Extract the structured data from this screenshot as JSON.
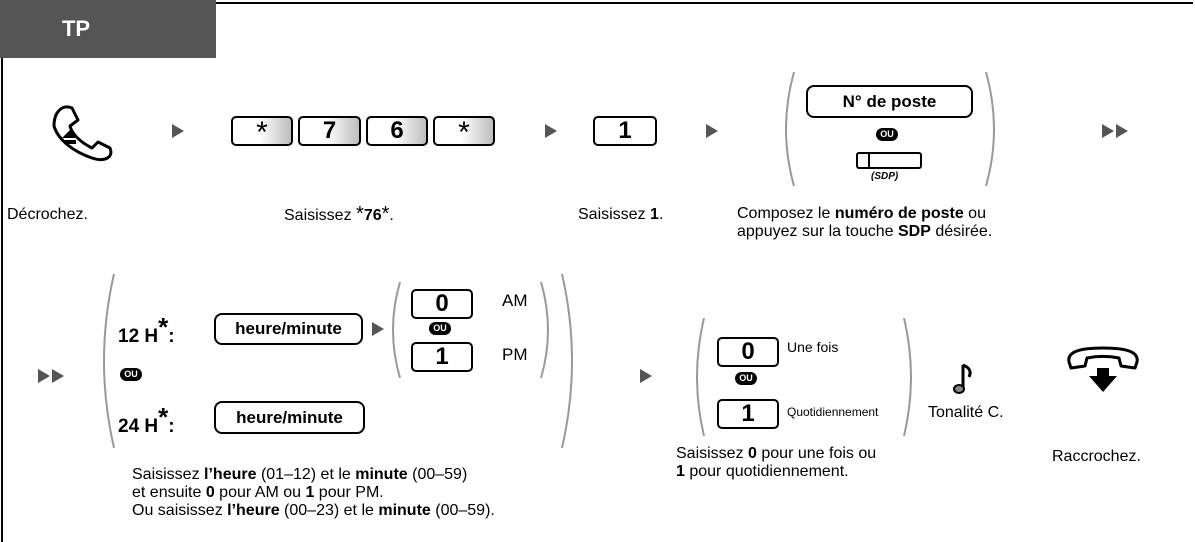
{
  "header": {
    "tab_label": "TP"
  },
  "icons": {
    "offhook": "handset-offhook-icon",
    "onhook": "handset-onhook-icon",
    "tone": "music-note-icon"
  },
  "keys": {
    "star": "*",
    "seven": "7",
    "six": "6",
    "one": "1",
    "zero": "0",
    "extension_button": "N° de poste",
    "time_button_12h": "heure/minute",
    "time_button_24h": "heure/minute"
  },
  "or_badge": "OU",
  "sdp_label": "(SDP)",
  "options": {
    "am": "AM",
    "pm": "PM",
    "once": "Une fois",
    "daily": "Quotidiennement",
    "h12": "12 H",
    "h24": "24 H",
    "asterisk": "*",
    "colon": ":"
  },
  "tone_label": "Tonalité C.",
  "captions": {
    "step1": "Décrochez.",
    "step2_pre": "Saisissez ",
    "step2_code": "76",
    "step2_post": ".",
    "step3_pre": "Saisissez ",
    "step3_bold": "1",
    "step3_post": ".",
    "step4_line1_pre": "Composez le ",
    "step4_line1_bold": "numéro de poste",
    "step4_line1_post": " ou",
    "step4_line2_pre": "appuyez sur la touche ",
    "step4_line2_bold": "SDP",
    "step4_line2_post": " désirée.",
    "step5_l1_a": "Saisissez ",
    "step5_l1_b": "l’heure",
    "step5_l1_c": " (01–12) et le ",
    "step5_l1_d": "minute",
    "step5_l1_e": " (00–59)",
    "step5_l2_a": "et ensuite ",
    "step5_l2_b": "0",
    "step5_l2_c": " pour AM ou ",
    "step5_l2_d": "1",
    "step5_l2_e": " pour PM.",
    "step5_l3_a": "Ou saisissez ",
    "step5_l3_b": "l’heure",
    "step5_l3_c": " (00–23) et le ",
    "step5_l3_d": "minute",
    "step5_l3_e": " (00–59).",
    "step6_l1_a": "Saisissez ",
    "step6_l1_b": "0",
    "step6_l1_c": " pour une fois ou",
    "step6_l2_a": "1",
    "step6_l2_b": " pour quotidiennement.",
    "step7": "Raccrochez."
  }
}
